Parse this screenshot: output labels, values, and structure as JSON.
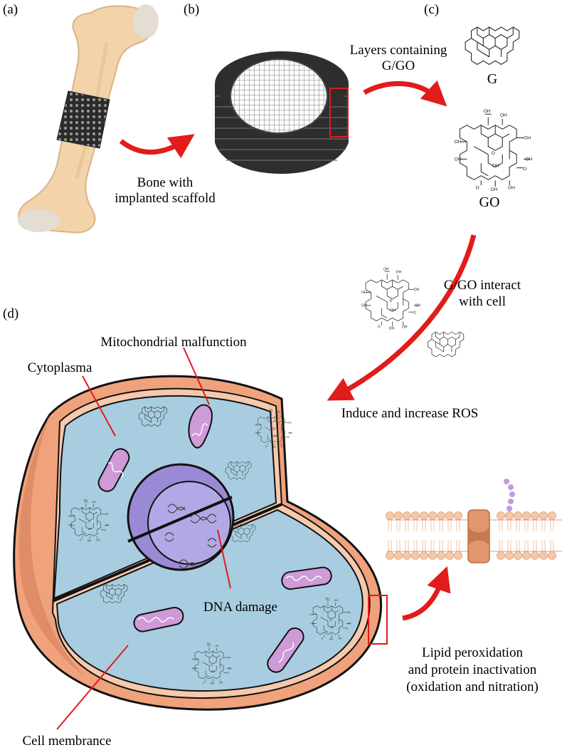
{
  "panels": {
    "a": "(a)",
    "b": "(b)",
    "c": "(c)",
    "d": "(d)"
  },
  "labels": {
    "bone_line1": "Bone with",
    "bone_line2": "implanted scaffold",
    "layers_line1": "Layers containing",
    "layers_line2": "G/GO",
    "g": "G",
    "go": "GO",
    "interact_line1": "G/GO interact",
    "interact_line2": "with cell",
    "ros": "Induce and increase ROS",
    "mito": "Mitochondrial malfunction",
    "cytoplasma": "Cytoplasma",
    "dna": "DNA damage",
    "lipid_line1": "Lipid peroxidation",
    "lipid_line2": "and protein inactivation",
    "lipid_line3": "(oxidation and nitration)",
    "membrane": "Cell membrance"
  },
  "go_groups": {
    "oh": "OH",
    "o": "O"
  },
  "colors": {
    "arrow": "#e21b1b",
    "bone": "#f2d3aa",
    "bone_dark": "#d8b488",
    "scaffold": "#3a3a3a",
    "cytoplasm": "#a9cde0",
    "membrane_outer": "#f0a27c",
    "membrane_inner": "#f6c9ad",
    "nucleus": "#9a8ad6",
    "nucleus_inner": "#b3a8e6",
    "mito_fill": "#cf9ad8",
    "lipid_head": "#f4c8a8",
    "protein": "#e2966c",
    "sugar": "#c49be0"
  }
}
